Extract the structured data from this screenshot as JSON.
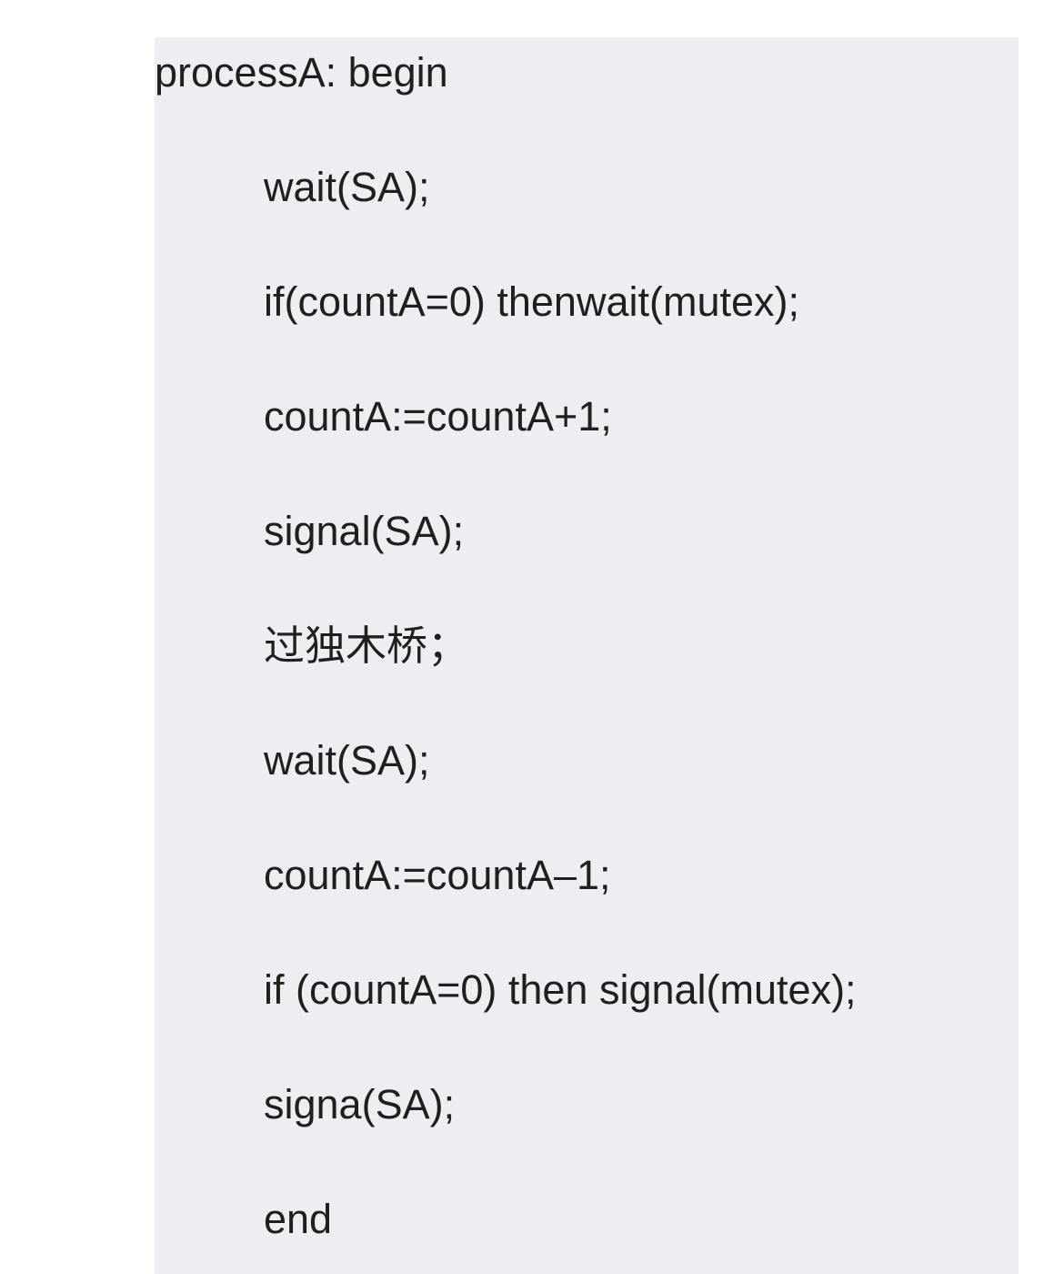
{
  "code": {
    "lines": [
      "processA: begin",
      "wait(SA);",
      "if(countA=0) thenwait(mutex);",
      "countA:=countA+1;",
      "signal(SA);",
      "过独木桥；",
      "wait(SA);",
      "countA:=countA–1;",
      "if (countA=0) then signal(mutex);",
      "signa(SA);",
      "end"
    ]
  }
}
